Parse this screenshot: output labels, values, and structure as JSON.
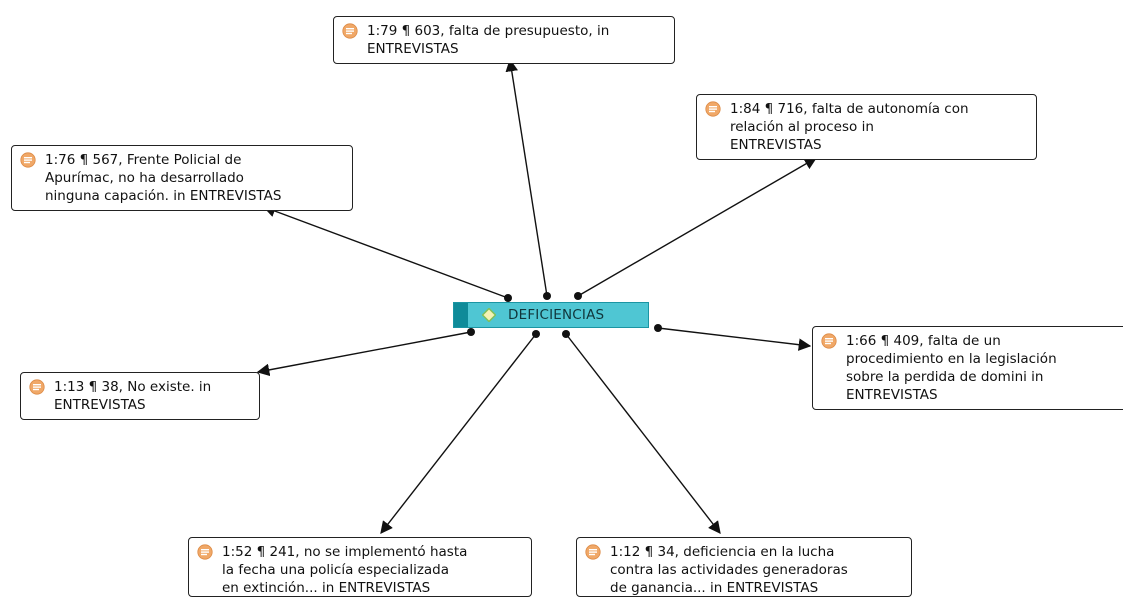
{
  "colors": {
    "code_fill": "#4fc6d3",
    "code_tab": "#0f8b99",
    "quote_icon": "#f0a868",
    "edge": "#111111"
  },
  "code_node": {
    "label": "DEFICIENCIAS",
    "icon": "diamond-code-icon"
  },
  "quotes": [
    {
      "id": "q79",
      "icon": "quote-icon",
      "text": "1:79 ¶ 603, falta de presupuesto, in\nENTREVISTAS"
    },
    {
      "id": "q84",
      "icon": "quote-icon",
      "text": "1:84 ¶ 716, falta de autonomía con\nrelación al proceso in\nENTREVISTAS"
    },
    {
      "id": "q76",
      "icon": "quote-icon",
      "text": "1:76 ¶ 567, Frente Policial de\nApurímac, no ha desarrollado\nninguna capación. in ENTREVISTAS"
    },
    {
      "id": "q66",
      "icon": "quote-icon",
      "text": "1:66 ¶ 409, falta de un\nprocedimiento en la legislación\nsobre la perdida de domini in\nENTREVISTAS"
    },
    {
      "id": "q13",
      "icon": "quote-icon",
      "text": "1:13 ¶ 38, No existe. in\nENTREVISTAS"
    },
    {
      "id": "q52",
      "icon": "quote-icon",
      "text": "1:52 ¶ 241, no se implementó hasta\nla fecha una policía especializada\nen extinción... in ENTREVISTAS"
    },
    {
      "id": "q12",
      "icon": "quote-icon",
      "text": "1:12 ¶ 34, deficiencia en la lucha\ncontra las actividades generadoras\nde ganancia... in ENTREVISTAS"
    }
  ]
}
